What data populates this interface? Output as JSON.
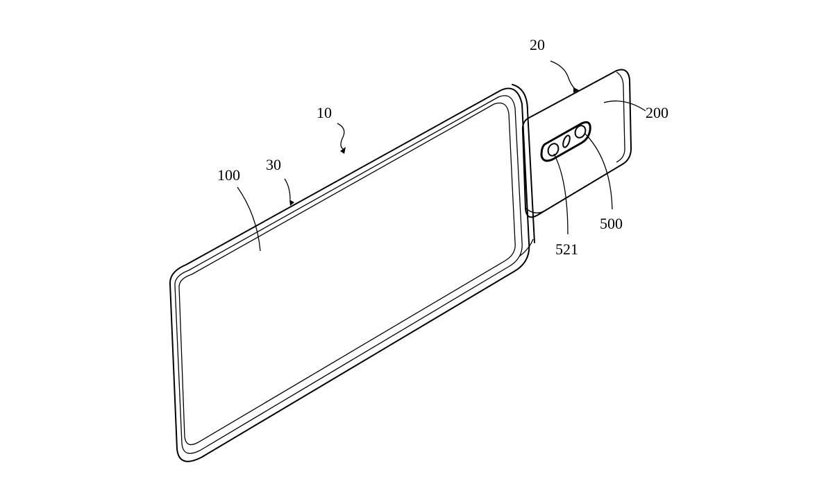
{
  "figure": {
    "labels": {
      "device": "10",
      "module": "20",
      "frame": "30",
      "body": "100",
      "module_housing": "200",
      "camera": "500",
      "lens": "521"
    }
  }
}
